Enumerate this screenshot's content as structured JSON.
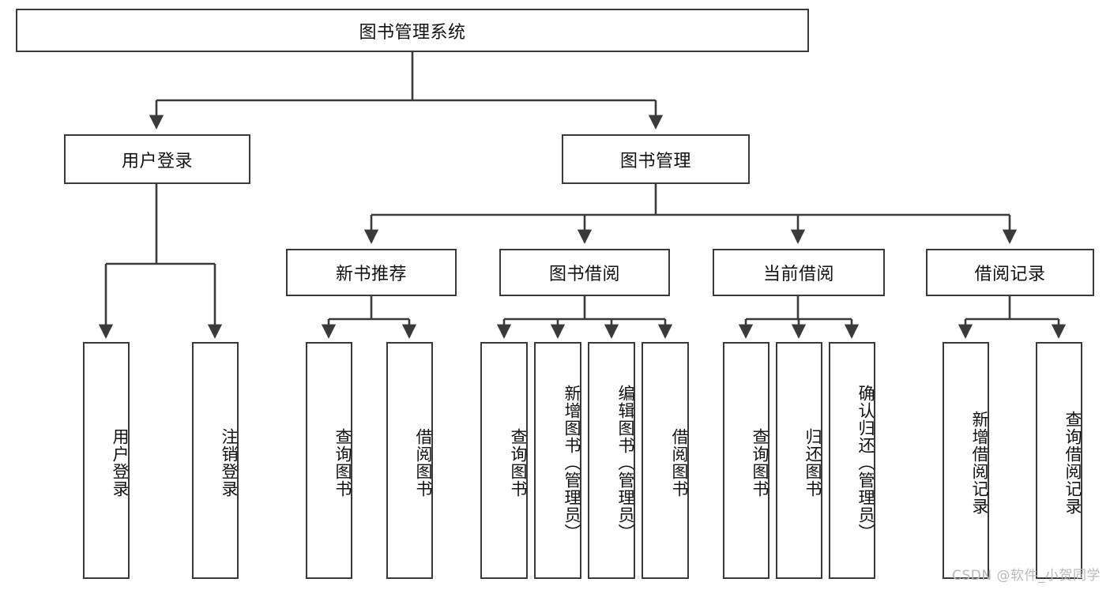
{
  "diagram": {
    "title": "图书管理系统",
    "type": "tree",
    "watermark": "CSDN @软件_小贺同学",
    "colors": {
      "box_border": "#3a3a3a",
      "box_fill": "#ffffff",
      "edge": "#3a3a3a",
      "text": "#111111",
      "watermark": "#b9b9b9"
    },
    "root": {
      "id": "root",
      "label": "图书管理系统",
      "level": 0
    },
    "level1": [
      {
        "id": "n-user-login",
        "label": "用户登录"
      },
      {
        "id": "n-book-manage",
        "label": "图书管理"
      }
    ],
    "level2": [
      {
        "id": "n-new-book-rec",
        "label": "新书推荐",
        "parent": "n-book-manage"
      },
      {
        "id": "n-book-borrow",
        "label": "图书借阅",
        "parent": "n-book-manage"
      },
      {
        "id": "n-current-borrow",
        "label": "当前借阅",
        "parent": "n-book-manage"
      },
      {
        "id": "n-borrow-record",
        "label": "借阅记录",
        "parent": "n-book-manage"
      }
    ],
    "leaves": {
      "user_login": [
        {
          "id": "l-user-login",
          "label": "用户登录"
        },
        {
          "id": "l-logout-login",
          "label": "注销登录"
        }
      ],
      "new_book_rec": [
        {
          "id": "l-query-book-1",
          "label": "查询图书"
        },
        {
          "id": "l-borrow-book-1",
          "label": "借阅图书"
        }
      ],
      "book_borrow": [
        {
          "id": "l-query-book-2",
          "label": "查询图书"
        },
        {
          "id": "l-add-book",
          "label": "新增图书（管理员）"
        },
        {
          "id": "l-edit-book",
          "label": "编辑图书（管理员）"
        },
        {
          "id": "l-borrow-book-2",
          "label": "借阅图书"
        }
      ],
      "current_borrow": [
        {
          "id": "l-query-book-3",
          "label": "查询图书"
        },
        {
          "id": "l-return-book",
          "label": "归还图书"
        },
        {
          "id": "l-confirm-return",
          "label": "确认归还（管理员）"
        }
      ],
      "borrow_record": [
        {
          "id": "l-add-record",
          "label": "新增借阅记录"
        },
        {
          "id": "l-query-record",
          "label": "查询借阅记录"
        }
      ]
    }
  }
}
